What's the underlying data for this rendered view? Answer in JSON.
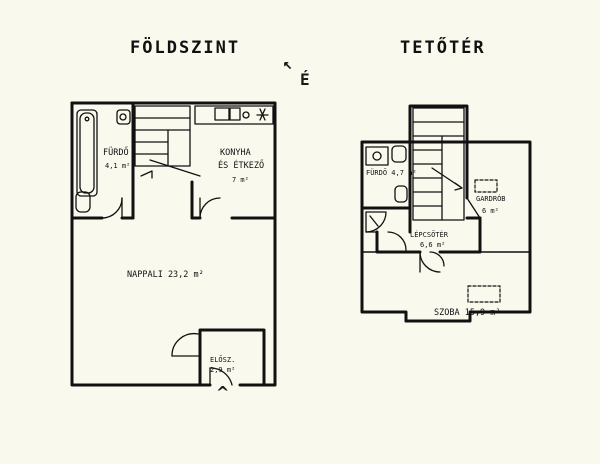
{
  "ground_floor": {
    "title": "FÖLDSZINT",
    "rooms": {
      "bathroom_name": "FÜRDŐ",
      "bathroom_area": "4,1 m²",
      "kitchen_name": "KONYHA",
      "kitchen_sub": "ÉS ÉTKEZŐ",
      "kitchen_area": "7 m²",
      "living": "NAPPALI 23,2 m²",
      "hall_name": "ELŐSZ.",
      "hall_area": "2,9 m²"
    },
    "entrance_mark": "^"
  },
  "north": {
    "label": "É",
    "arrow": "↖"
  },
  "attic": {
    "title": "TETŐTÉR",
    "rooms": {
      "bathroom": "FÜRDŐ 4,7 m²",
      "wardrobe_name": "GARDRÓB",
      "wardrobe_area": "6 m²",
      "landing_name": "LÉPCSŐTÉR",
      "landing_area": "6,6 m²",
      "room": "SZOBA 15,9 m²"
    }
  }
}
